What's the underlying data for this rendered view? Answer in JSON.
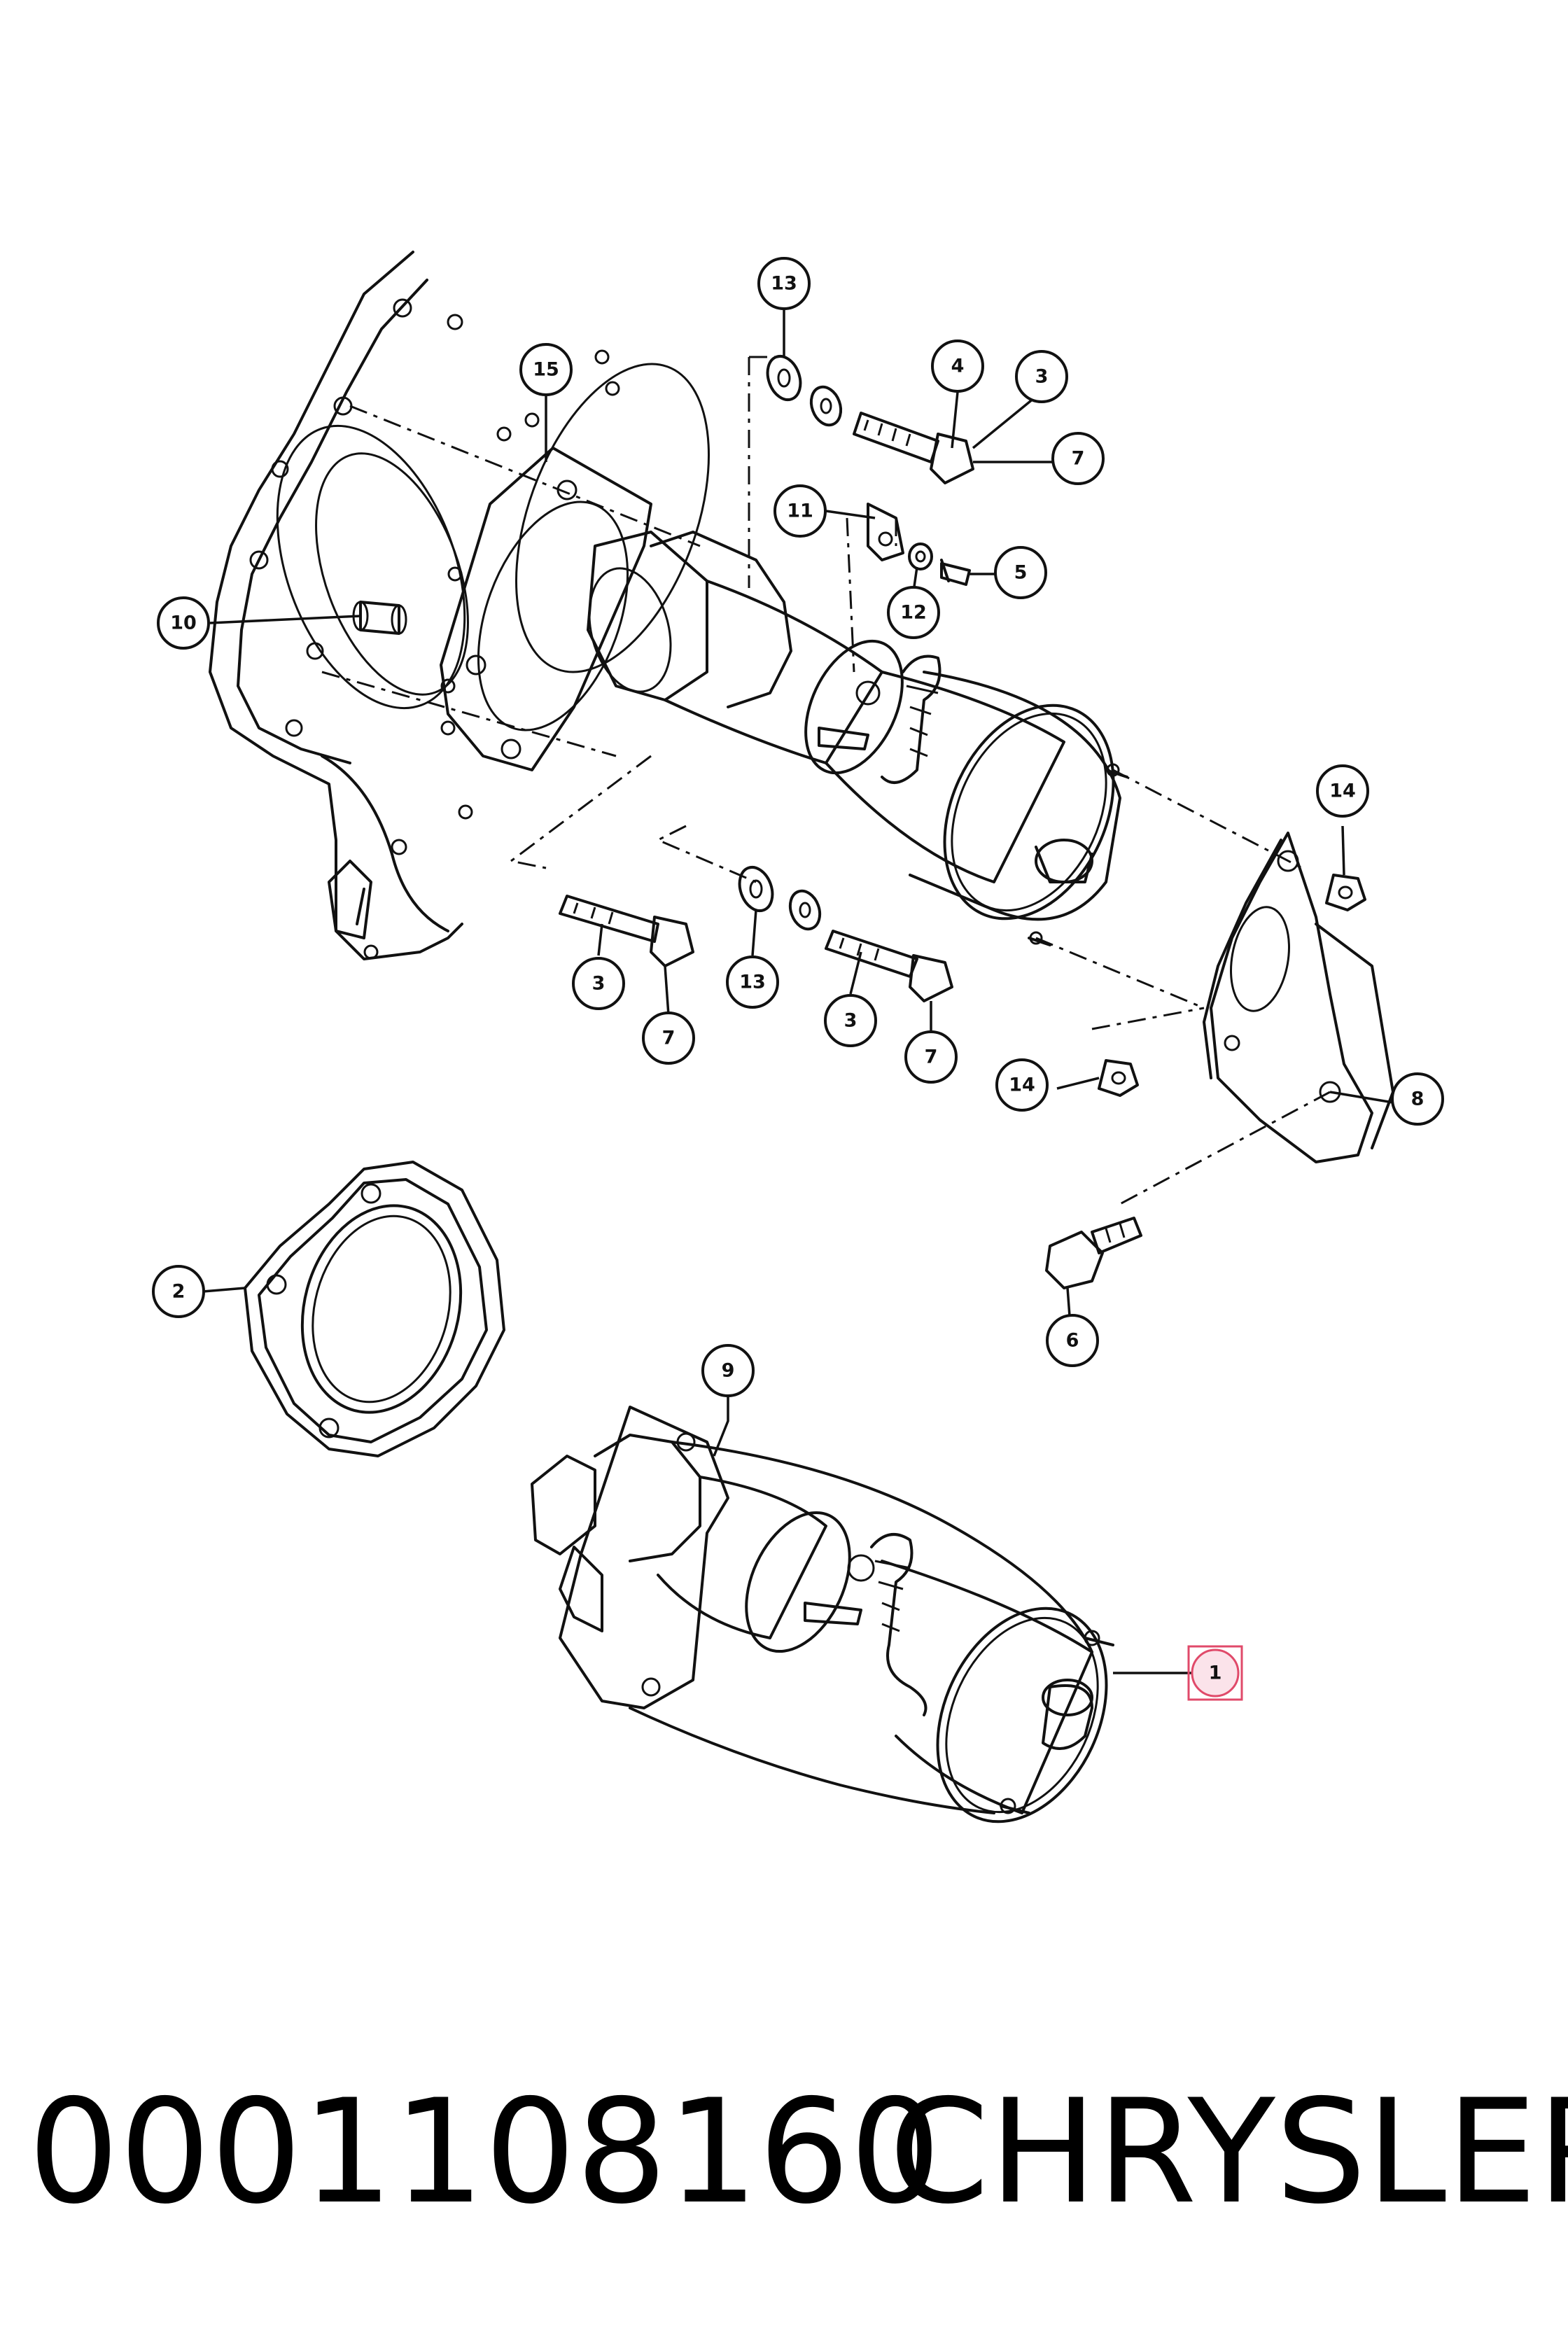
{
  "callouts": {
    "c1": "1",
    "c2": "2",
    "c3a": "3",
    "c3b": "3",
    "c3c": "3",
    "c4": "4",
    "c5": "5",
    "c6": "6",
    "c7a": "7",
    "c7b": "7",
    "c7c": "7",
    "c8": "8",
    "c9": "9",
    "c10": "10",
    "c11": "11",
    "c12": "12",
    "c13a": "13",
    "c13b": "13",
    "c14a": "14",
    "c14b": "14",
    "c15": "15"
  },
  "caption": {
    "part_number": "0001108160",
    "brand": "CHRYSLER"
  }
}
